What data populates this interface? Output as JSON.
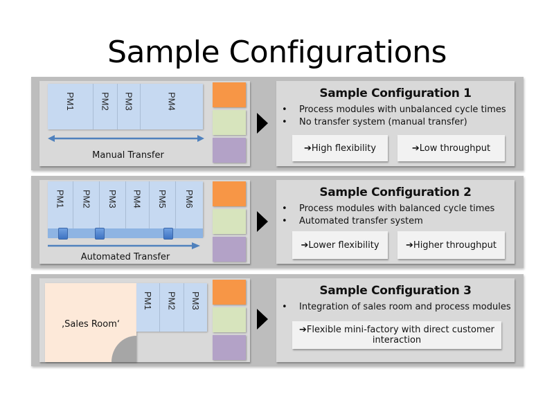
{
  "title": "Sample Configurations",
  "colors": {
    "swatch_orange": "#f79646",
    "swatch_green": "#d7e4bd",
    "swatch_purple": "#b3a2c7",
    "module_blue": "#c6d9f1",
    "arrow_blue": "#4f81bd",
    "sales_room": "#fde9d9"
  },
  "configurations": [
    {
      "title": "Sample Configuration 1",
      "modules": [
        "PM1",
        "PM2",
        "PM3",
        "PM4"
      ],
      "transfer_label": "Manual Transfer",
      "bullets": [
        "Process modules with unbalanced cycle times",
        "No transfer system (manual transfer)"
      ],
      "results": [
        "➔High flexibility",
        "➔Low throughput"
      ]
    },
    {
      "title": "Sample Configuration 2",
      "modules": [
        "PM1",
        "PM2",
        "PM3",
        "PM4",
        "PM5",
        "PM6"
      ],
      "transfer_label": "Automated Transfer",
      "bullets": [
        "Process modules with balanced cycle times",
        "Automated transfer system"
      ],
      "results": [
        "➔Lower flexibility",
        "➔Higher throughput"
      ]
    },
    {
      "title": "Sample Configuration 3",
      "modules": [
        "PM1",
        "PM2",
        "PM3"
      ],
      "room_label": "‚Sales Room‘",
      "bullets": [
        "Integration of sales room and process modules"
      ],
      "results": [
        "➔Flexible mini-factory with direct customer interaction"
      ]
    }
  ],
  "bullet_glyph": "•"
}
